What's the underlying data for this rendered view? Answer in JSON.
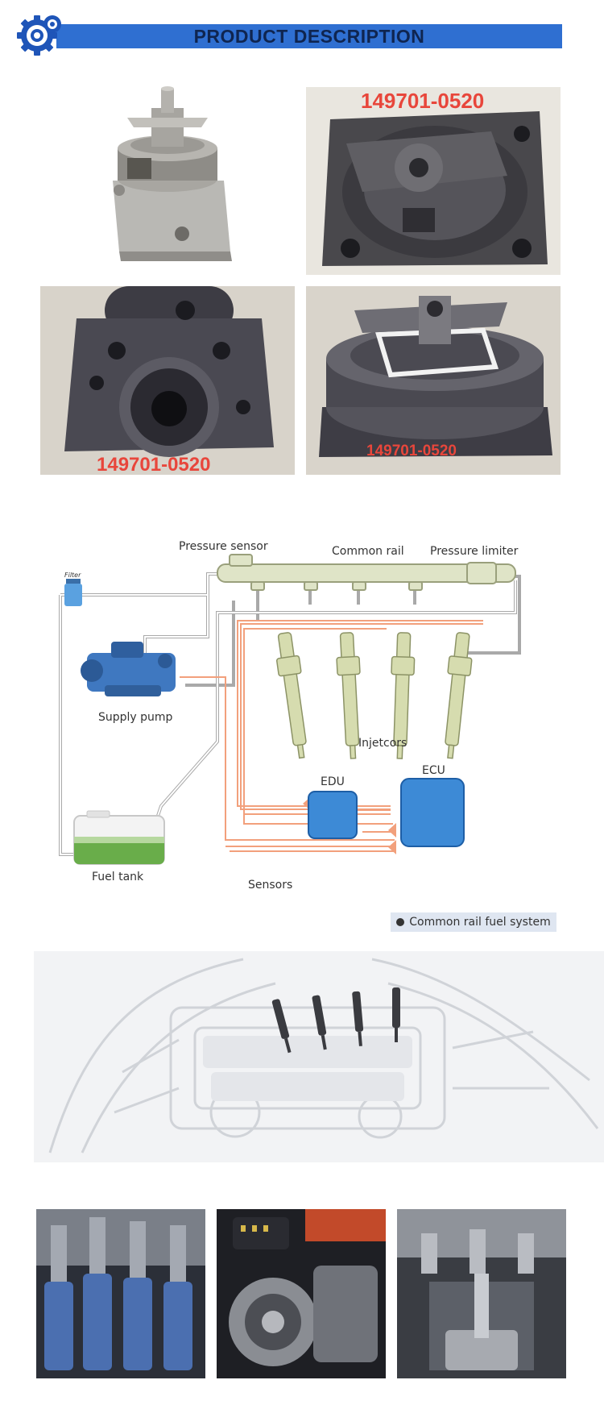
{
  "header": {
    "title": "PRODUCT DESCRIPTION",
    "accent_color": "#2f6fd1",
    "logo_icon": "gear-icon"
  },
  "photos": {
    "part_number": "149701-0520",
    "label_color": "#e8463b"
  },
  "diagram": {
    "labels": {
      "pressure_sensor": "Pressure sensor",
      "common_rail": "Common rail",
      "pressure_limiter": "Pressure limiter",
      "filter": "Filter",
      "supply_pump": "Supply pump",
      "injectors": "Injetcors",
      "edu": "EDU",
      "ecu": "ECU",
      "fuel_tank": "Fuel tank",
      "sensors": "Sensors"
    },
    "caption": "Common rail fuel system"
  }
}
